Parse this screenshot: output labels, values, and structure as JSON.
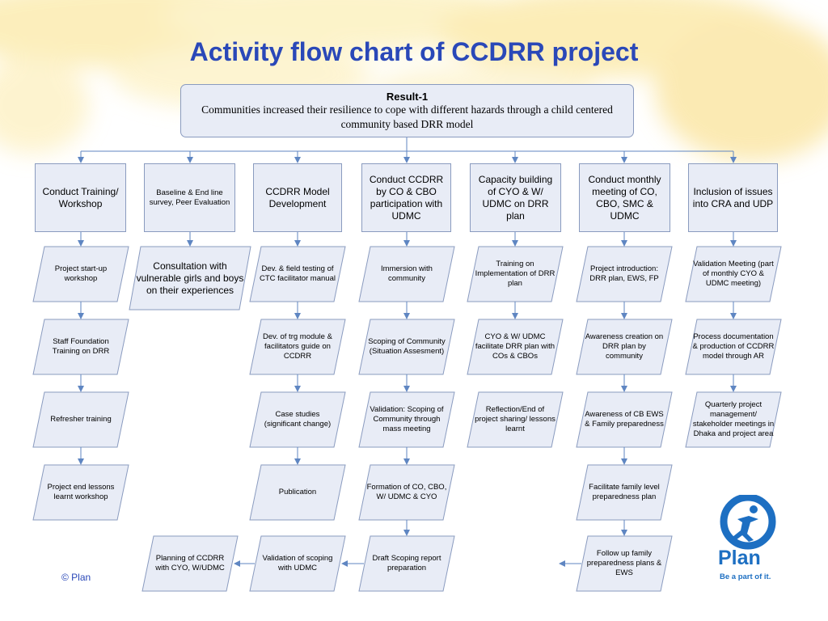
{
  "title": "Activity flow chart of CCDRR project",
  "result": {
    "heading": "Result-1",
    "text": "Communities increased their resilience to cope with different hazards through a child centered community based DRR model"
  },
  "columns": [
    {
      "header": "Conduct Training/ Workshop",
      "steps": [
        "Project start-up workshop",
        "Staff Foundation Training on DRR",
        "Refresher training",
        "Project end lessons learnt workshop"
      ]
    },
    {
      "header": "Baseline & End line survey, Peer Evaluation",
      "steps": [
        "Consultation with vulnerable girls and boys on their experiences"
      ]
    },
    {
      "header": "CCDRR Model Development",
      "steps": [
        "Dev. & field testing of CTC facilitator manual",
        "Dev. of trg module & facilitators guide on CCDRR",
        "Case studies (significant change)",
        "Publication",
        "Validation of scoping with UDMC"
      ]
    },
    {
      "header": "Conduct CCDRR by CO & CBO participation with UDMC",
      "steps": [
        "Immersion with community",
        "Scoping of Community (Situation Assesment)",
        "Validation: Scoping of Community through mass meeting",
        "Formation of CO, CBO, W/ UDMC & CYO",
        "Draft Scoping report preparation"
      ]
    },
    {
      "header": "Capacity building of CYO & W/ UDMC on DRR plan",
      "steps": [
        "Training on Implementation of DRR plan",
        "CYO & W/ UDMC facilitate DRR plan with COs & CBOs",
        "Reflection/End of project sharing/ lessons learnt"
      ]
    },
    {
      "header": "Conduct monthly meeting of CO, CBO, SMC & UDMC",
      "steps": [
        "Project introduction: DRR plan, EWS, FP",
        "Awareness creation on DRR plan by community",
        "Awareness of CB EWS & Family preparedness",
        "Facilitate family level preparedness plan",
        "Follow up family preparedness plans & EWS"
      ]
    },
    {
      "header": "Inclusion of issues into CRA and UDP",
      "steps": [
        "Validation Meeting (part of monthly CYO & UDMC meeting)",
        "Process documentation & production of CCDRR model through AR",
        "Quarterly project management/ stakeholder meetings in Dhaka and project area"
      ]
    }
  ],
  "planning_step": "Planning of CCDRR with CYO, W/UDMC",
  "footer": {
    "copyright": "© Plan"
  },
  "logo": {
    "word": "Plan",
    "tagline": "Be a part of it."
  },
  "colors": {
    "title": "#2a48b8",
    "box_fill": "#e8ecf6",
    "box_border": "#8a9bbf",
    "arrow": "#5f86c2",
    "logo": "#1d6fc2"
  }
}
